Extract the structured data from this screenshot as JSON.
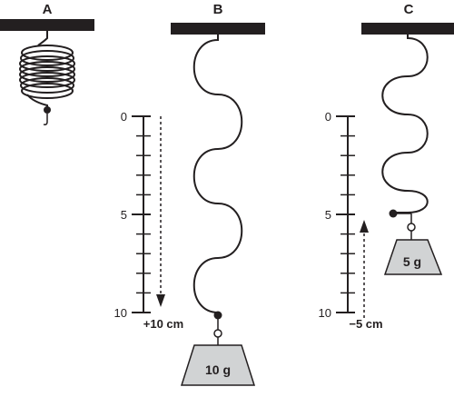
{
  "panels": {
    "a": {
      "label": "A"
    },
    "b": {
      "label": "B",
      "scale_ticks": [
        "0",
        "5",
        "10"
      ],
      "displacement": "+10 cm",
      "mass": "10 g"
    },
    "c": {
      "label": "C",
      "scale_ticks": [
        "0",
        "5",
        "10"
      ],
      "displacement": "−5 cm",
      "mass": "5 g"
    }
  },
  "colors": {
    "ink": "#231f20",
    "mass_fill": "#d1d3d4"
  }
}
